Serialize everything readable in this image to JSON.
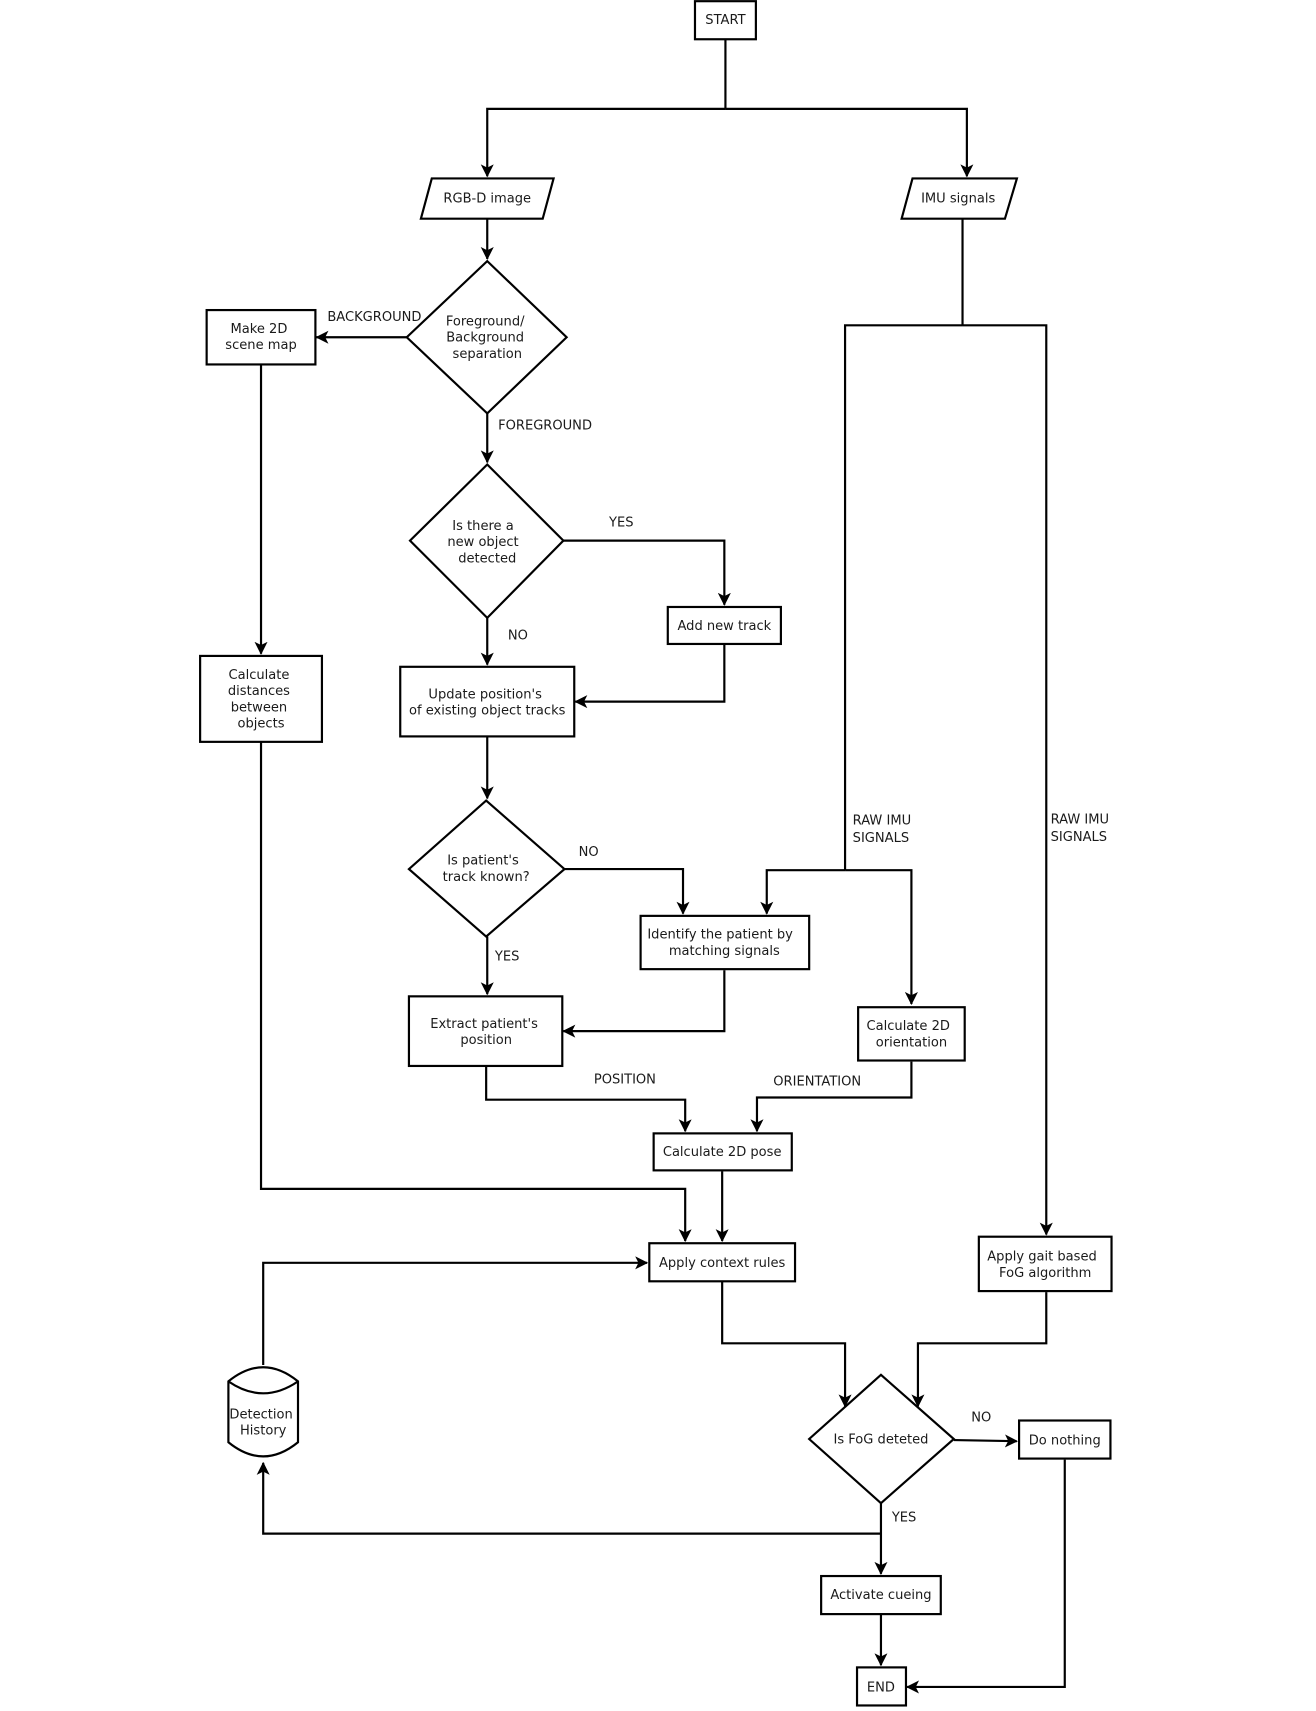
{
  "colors": {
    "stroke": "#000000",
    "background": "#ffffff",
    "text": "#1a1a1a"
  },
  "nodes": {
    "start": {
      "type": "terminal",
      "lines": [
        "START"
      ]
    },
    "rgbd": {
      "type": "input",
      "lines": [
        "RGB-D image"
      ]
    },
    "imu": {
      "type": "input",
      "lines": [
        "IMU signals"
      ]
    },
    "fg_bg": {
      "type": "decision",
      "lines": [
        "Foreground/",
        "Background",
        "separation"
      ]
    },
    "scene_map": {
      "type": "process",
      "lines": [
        "Make 2D",
        "scene map"
      ]
    },
    "new_object": {
      "type": "decision",
      "lines": [
        "Is there a",
        "new object",
        "detected"
      ]
    },
    "add_track": {
      "type": "process",
      "lines": [
        "Add new track"
      ]
    },
    "update_tracks": {
      "type": "process",
      "lines": [
        "Update position's",
        "of existing object tracks"
      ]
    },
    "calc_distances": {
      "type": "process",
      "lines": [
        "Calculate",
        "distances",
        "between",
        "objects"
      ]
    },
    "track_known": {
      "type": "decision",
      "lines": [
        "Is patient's",
        "track known?"
      ]
    },
    "identify_patient": {
      "type": "process",
      "lines": [
        "Identify the patient by",
        "matching signals"
      ]
    },
    "extract_position": {
      "type": "process",
      "lines": [
        "Extract patient's",
        "position"
      ]
    },
    "calc_orientation": {
      "type": "process",
      "lines": [
        "Calculate 2D",
        "orientation"
      ]
    },
    "calc_pose": {
      "type": "process",
      "lines": [
        "Calculate 2D pose"
      ]
    },
    "context_rules": {
      "type": "process",
      "lines": [
        "Apply context rules"
      ]
    },
    "gait_fog": {
      "type": "process",
      "lines": [
        "Apply gait based",
        "FoG algorithm"
      ]
    },
    "detection_history": {
      "type": "storage",
      "lines": [
        "Detection",
        "History"
      ]
    },
    "fog_detected": {
      "type": "decision",
      "lines": [
        "Is FoG deteted"
      ]
    },
    "do_nothing": {
      "type": "process",
      "lines": [
        "Do nothing"
      ]
    },
    "activate_cueing": {
      "type": "process",
      "lines": [
        "Activate cueing"
      ]
    },
    "end": {
      "type": "terminal",
      "lines": [
        "END"
      ]
    }
  },
  "edge_labels": {
    "background": "BACKGROUND",
    "foreground": "FOREGROUND",
    "new_object_yes": "YES",
    "new_object_no": "NO",
    "track_known_no": "NO",
    "track_known_yes": "YES",
    "raw_imu_1": [
      "RAW IMU",
      "SIGNALS"
    ],
    "raw_imu_2": [
      "RAW IMU",
      "SIGNALS"
    ],
    "position": "POSITION",
    "orientation": "ORIENTATION",
    "fog_no": "NO",
    "fog_yes": "YES"
  }
}
